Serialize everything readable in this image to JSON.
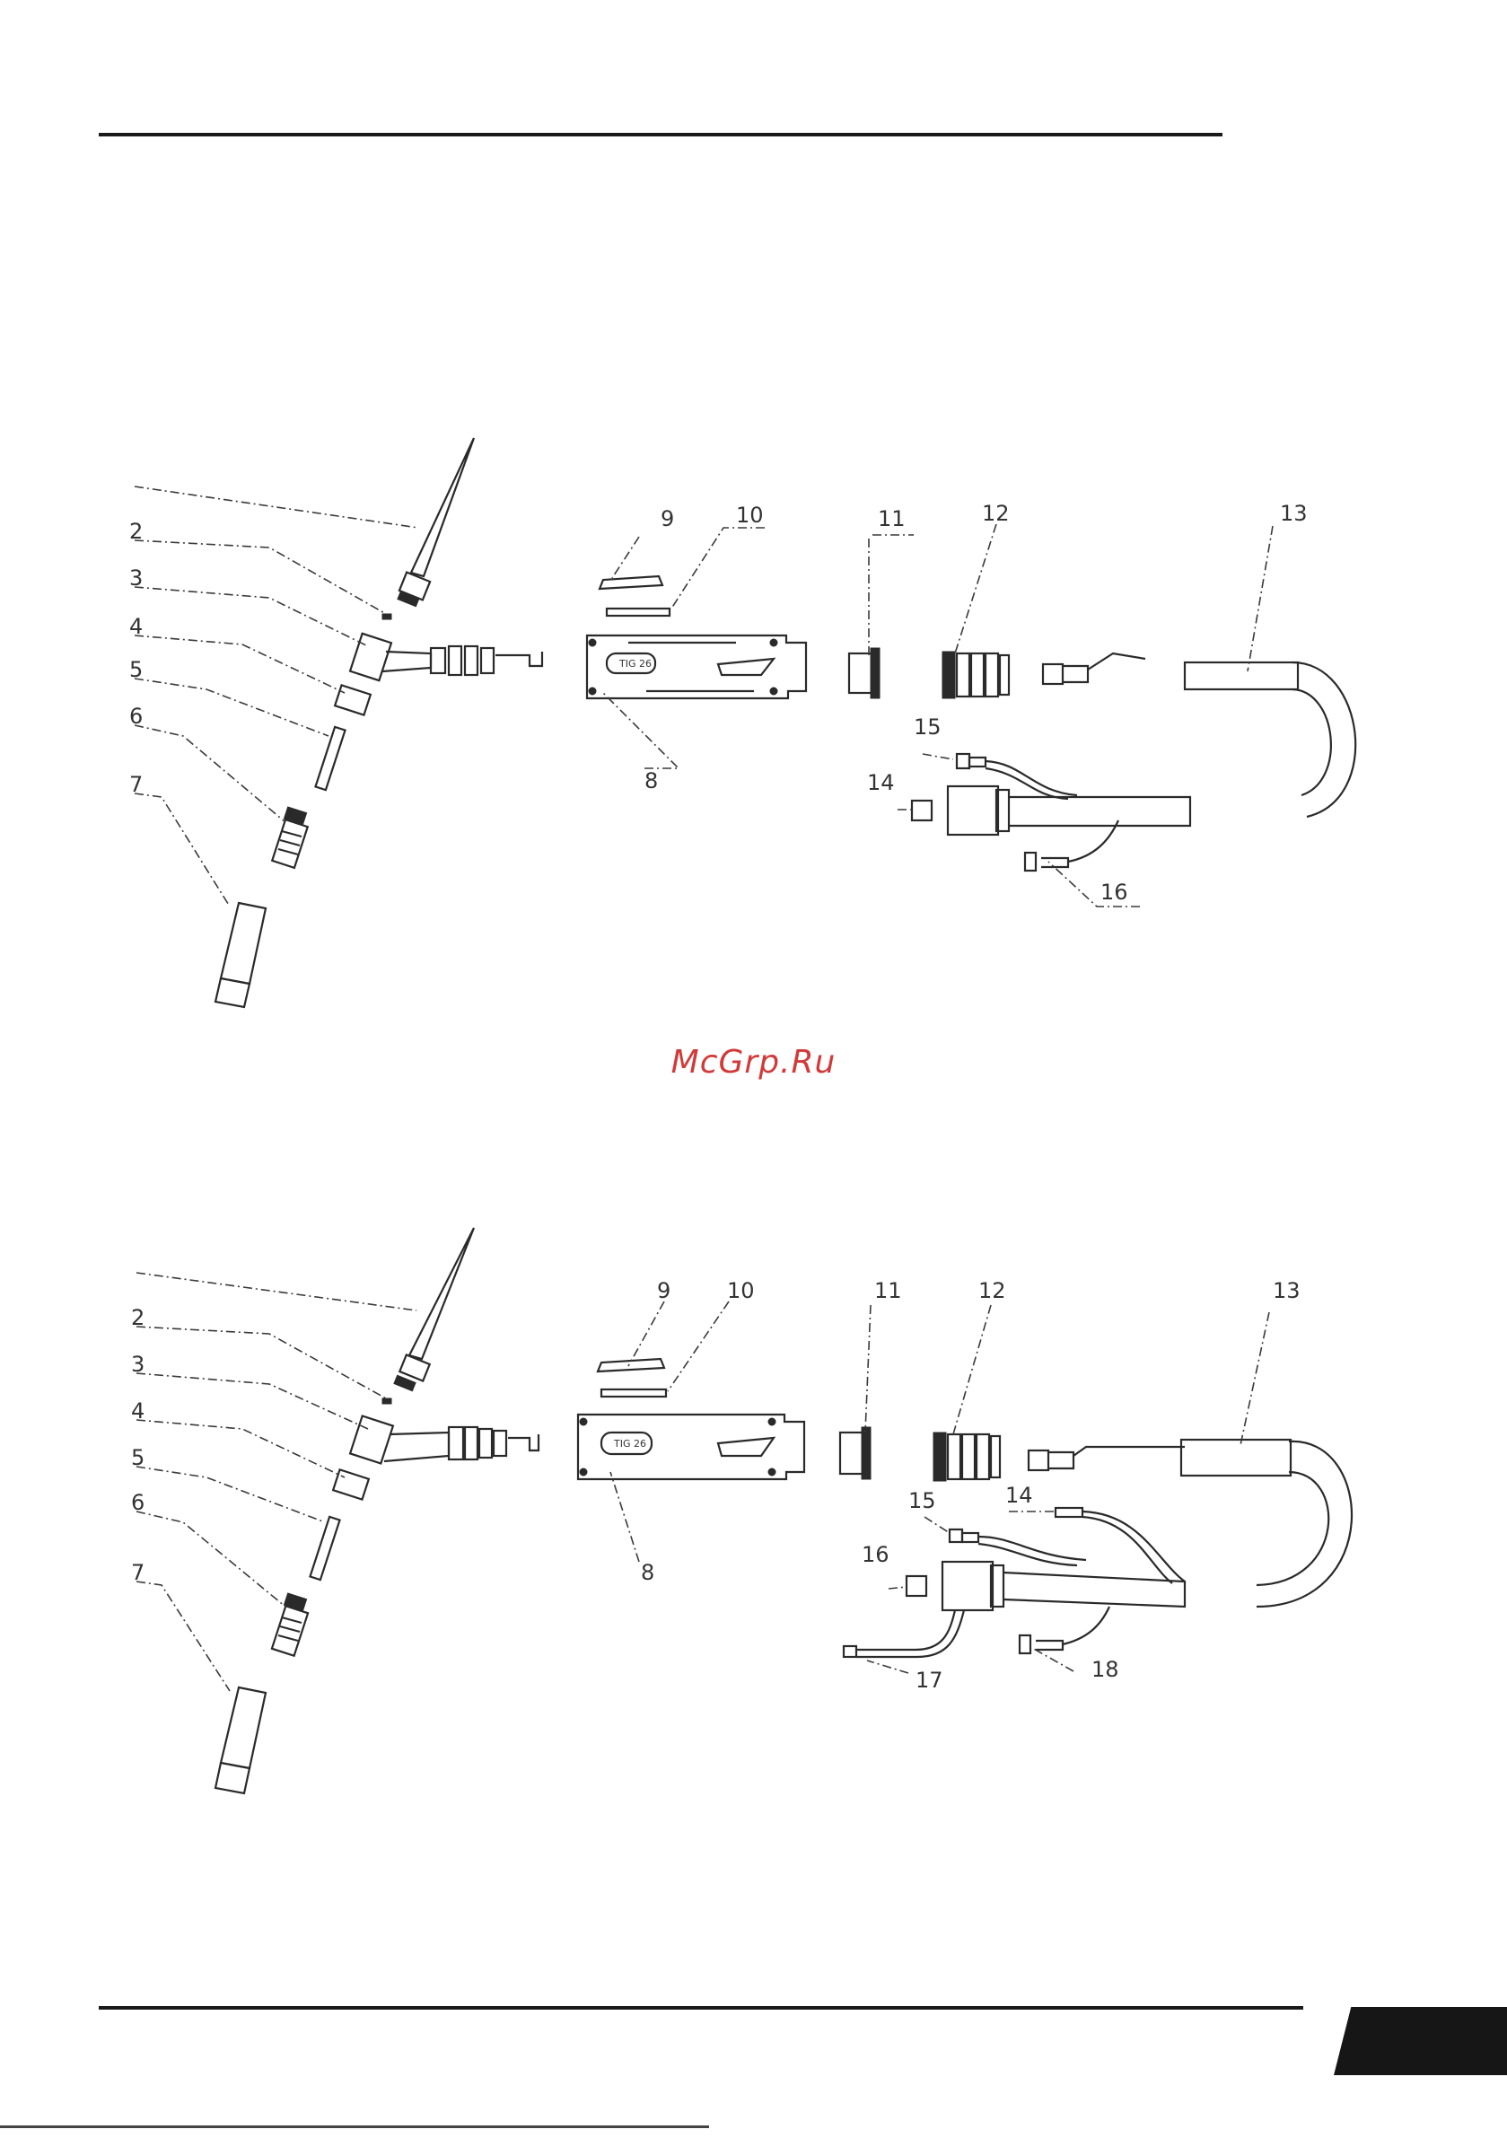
{
  "watermark": "McGrp.Ru",
  "diagram_top": {
    "labels": [
      "",
      "2",
      "3",
      "4",
      "5",
      "6",
      "7",
      "8",
      "9",
      "10",
      "11",
      "12",
      "13",
      "14",
      "15",
      "16"
    ],
    "handle_tag": "TIG 26"
  },
  "diagram_bottom": {
    "labels": [
      "",
      "2",
      "3",
      "4",
      "5",
      "6",
      "7",
      "8",
      "9",
      "10",
      "11",
      "12",
      "13",
      "14",
      "15",
      "16",
      "17",
      "18"
    ],
    "handle_tag": "TIG 26"
  }
}
